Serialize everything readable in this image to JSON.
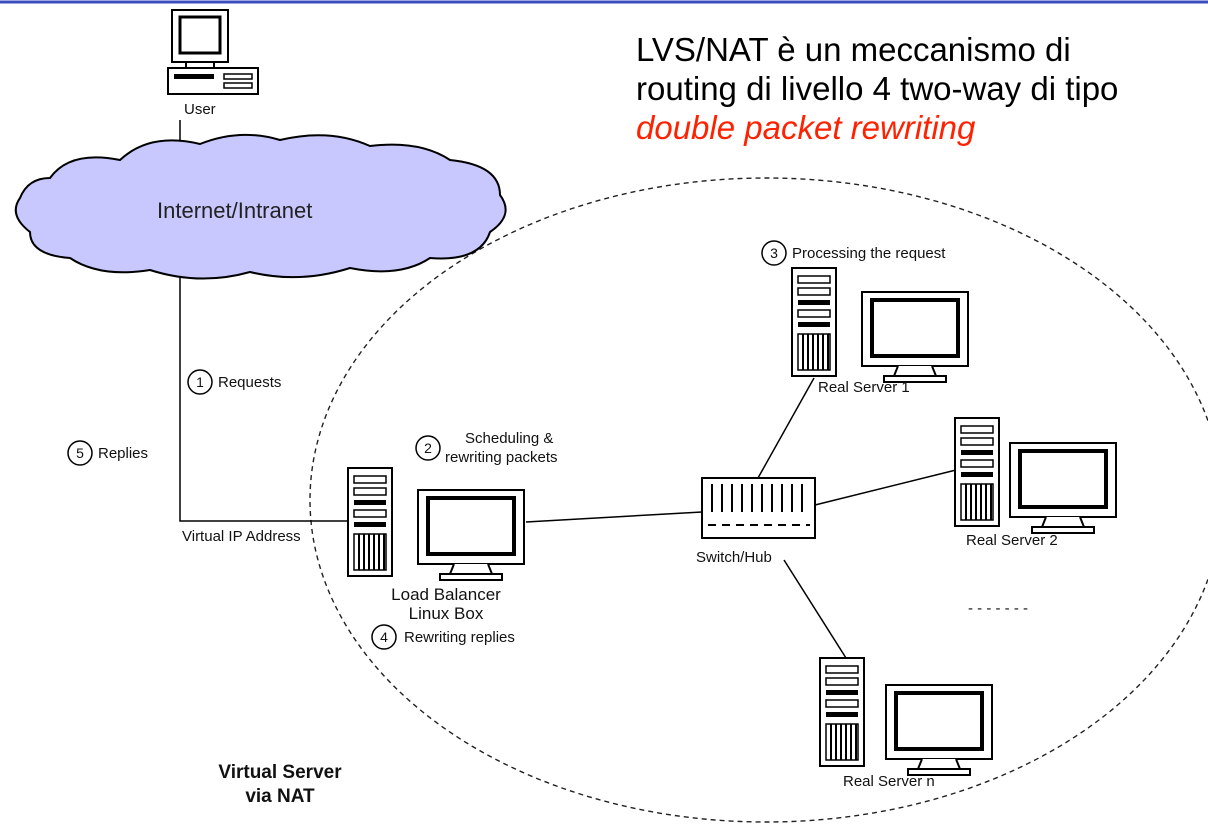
{
  "heading": {
    "line1": "LVS/NAT è un meccanismo di",
    "line2": "routing di livello 4 two-way di tipo",
    "line3": "double packet rewriting"
  },
  "colors": {
    "top_rule": "#3a4cc0",
    "cloud_fill": "#c8c8ff",
    "highlight": "#ff2200"
  },
  "nodes": {
    "user": "User",
    "cloud": "Internet/Intranet",
    "vip": "Virtual IP Address",
    "lb_line1": "Load Balancer",
    "lb_line2": "Linux Box",
    "switch": "Switch/Hub",
    "rs1": "Real Server 1",
    "rs2": "Real Server 2",
    "rsn": "Real Server n",
    "dashes": "- - - - - - -",
    "vs_line1": "Virtual Server",
    "vs_line2": "via NAT"
  },
  "steps": [
    {
      "num": "1",
      "text": "Requests"
    },
    {
      "num": "2",
      "text": "Scheduling &",
      "text2": "rewriting packets"
    },
    {
      "num": "3",
      "text": "Processing the request"
    },
    {
      "num": "4",
      "text": "Rewriting replies"
    },
    {
      "num": "5",
      "text": "Replies"
    }
  ]
}
